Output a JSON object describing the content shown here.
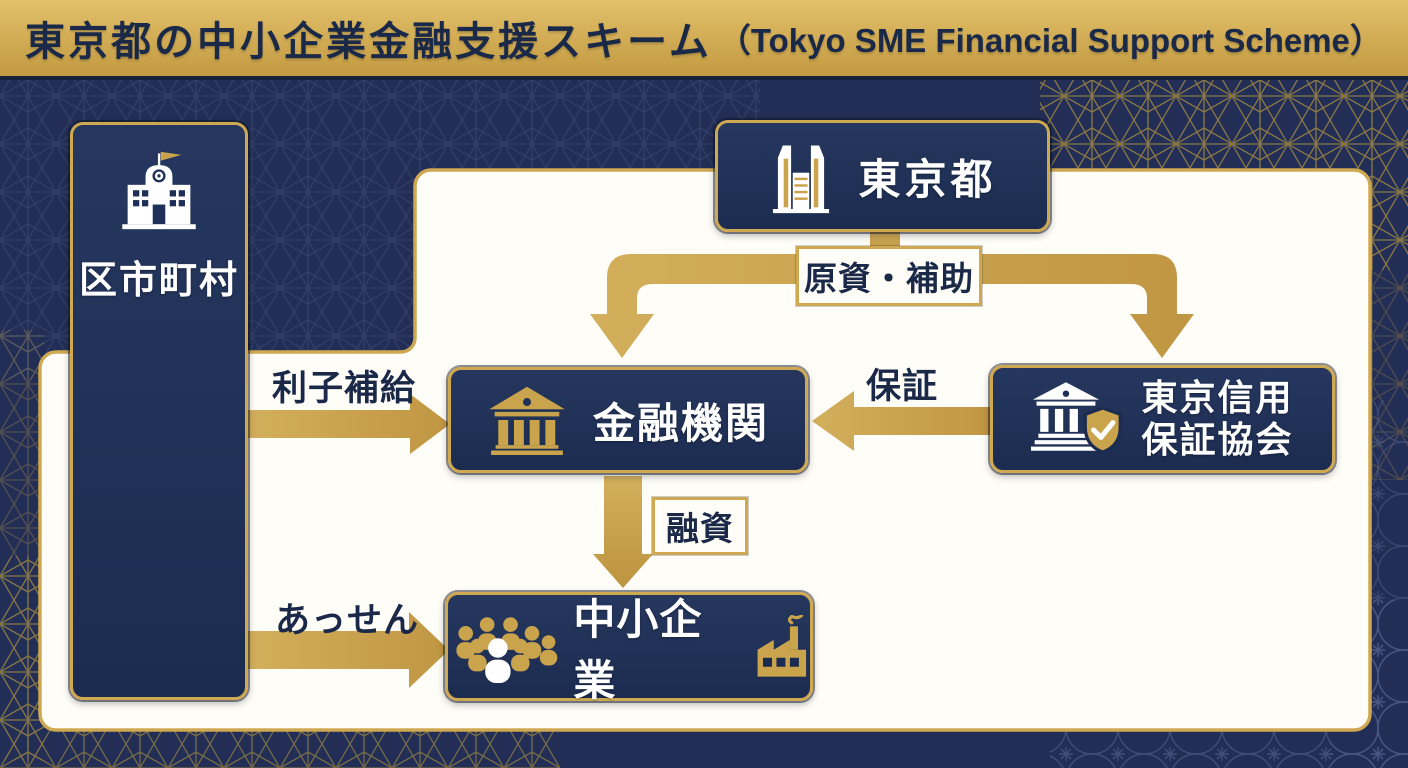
{
  "header": {
    "title_jp": "東京都の中小企業金融支援スキーム",
    "title_en": "（Tokyo SME Financial Support Scheme）"
  },
  "nodes": {
    "municipality": {
      "label": "区市町村",
      "icon": "government-building-icon"
    },
    "tokyo": {
      "label": "東京都",
      "icon": "tokyo-metropolitan-building-icon"
    },
    "bank": {
      "label": "金融機関",
      "icon": "bank-icon"
    },
    "guarantee": {
      "label_line1": "東京信用",
      "label_line2": "保証協会",
      "icon": "bank-shield-check-icon"
    },
    "sme": {
      "label": "中小企業",
      "icon_left": "people-group-icon",
      "icon_right": "factory-icon"
    }
  },
  "edges": {
    "genshi_hojo": {
      "label": "原資・補助",
      "from": "tokyo",
      "to": "bank,guarantee"
    },
    "rishi_hokyu": {
      "label": "利子補給",
      "from": "municipality",
      "to": "bank"
    },
    "hosho": {
      "label": "保証",
      "from": "guarantee",
      "to": "bank"
    },
    "yushi": {
      "label": "融資",
      "from": "bank",
      "to": "sme"
    },
    "assen": {
      "label": "あっせん",
      "from": "municipality",
      "to": "sme"
    }
  },
  "colors": {
    "background_navy": "#222e55",
    "node_navy": "#1e3057",
    "panel_white": "#fffdf7",
    "gold": "#c6a149",
    "border_gold": "#cfa952",
    "header_gold_top": "#e2c06a",
    "header_gold_bottom": "#c29a41",
    "text_navy": "#1b2949",
    "text_white": "#ffffff"
  }
}
